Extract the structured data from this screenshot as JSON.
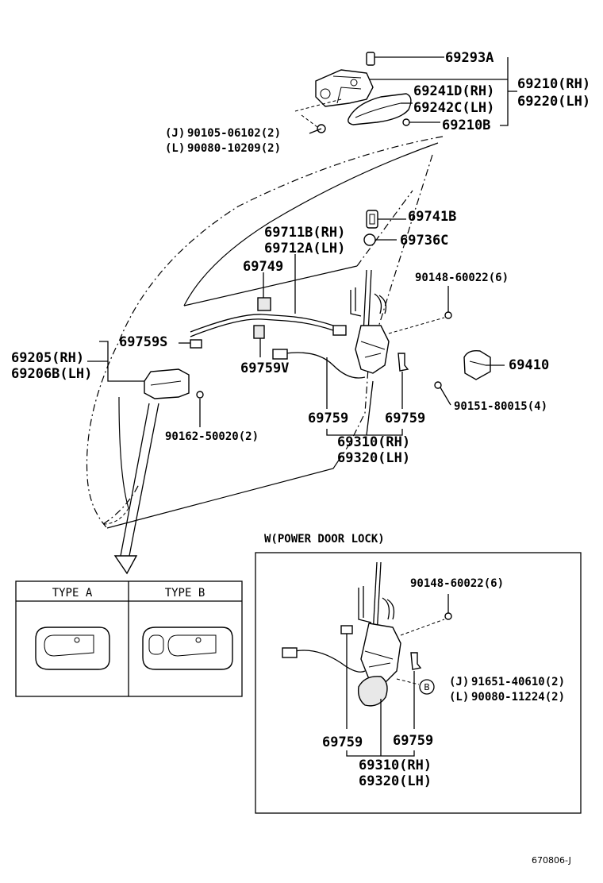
{
  "parts": {
    "p69293A": "69293A",
    "p69241D": "69241D(RH)",
    "p69242C": "69242C(LH)",
    "p69210": "69210(RH)",
    "p69220": "69220(LH)",
    "p69210B": "69210B",
    "j_code": "(J)",
    "j_90105": "90105-06102(2)",
    "l_code": "(L)",
    "l_90080": "90080-10209(2)",
    "p69741B": "69741B",
    "p69711B": "69711B(RH)",
    "p69712A": "69712A(LH)",
    "p69736C": "69736C",
    "p69749": "69749",
    "p90148_a": "90148-60022(6)",
    "p69759S": "69759S",
    "p69205": "69205(RH)",
    "p69206B": "69206B(LH)",
    "p69759V": "69759V",
    "p69410": "69410",
    "p90151": "90151-80015(4)",
    "p69759_a": "69759",
    "p69759_b": "69759",
    "p90162": "90162-50020(2)",
    "p69310_a": "69310(RH)",
    "p69320_a": "69320(LH)"
  },
  "inset": {
    "title": "W(POWER DOOR LOCK)",
    "p90148_b": "90148-60022(6)",
    "j_code": "(J)",
    "j_91651": "91651-40610(2)",
    "l_code": "(L)",
    "l_90080": "90080-11224(2)",
    "marker": "B",
    "p69759_c": "69759",
    "p69759_d": "69759",
    "p69310_b": "69310(RH)",
    "p69320_b": "69320(LH)"
  },
  "types": {
    "type_a": "TYPE A",
    "type_b": "TYPE B"
  },
  "footer": {
    "code": "670806-J"
  }
}
